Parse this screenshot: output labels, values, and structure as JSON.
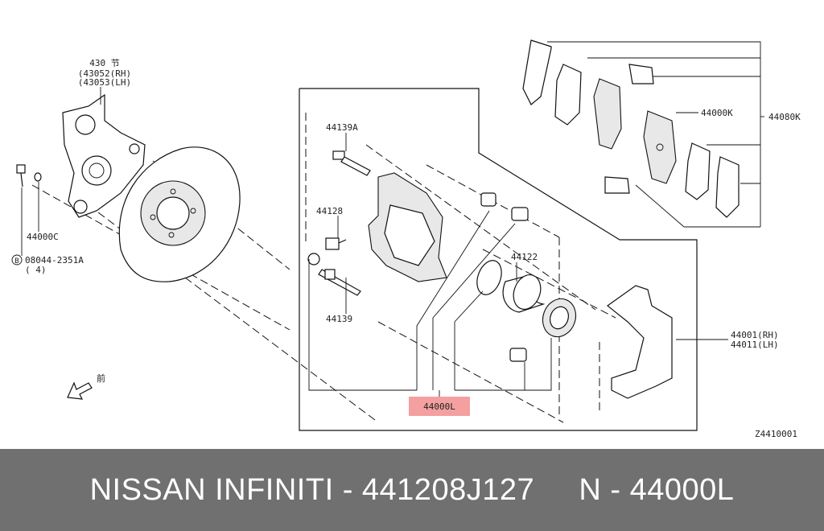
{
  "diagram": {
    "labels": {
      "knuckle_ref": "430 节",
      "knuckle_rh": "(43052(RH)",
      "knuckle_lh": "(43053(LH)",
      "bolt_ref": "08044-2351A",
      "bolt_qty": "( 4)",
      "bolt_circle": "B",
      "washer_ref": "44000C",
      "bleeder_top": "44139A",
      "bleeder_cap": "44128",
      "pin_bottom": "44139",
      "piston_seal": "44122",
      "pad_kit": "44000K",
      "pad_set": "44080K",
      "bracket_rh": "44001(RH)",
      "bracket_lh": "44011(LH)",
      "highlighted_kit": "44000L",
      "front_mark": "前",
      "drawing_code": "Z4410001"
    },
    "highlight_color": "#f4a0a0"
  },
  "footer": {
    "caption": "NISSAN INFINITI - 441208J127     N - 44000L",
    "background": "#707070"
  }
}
